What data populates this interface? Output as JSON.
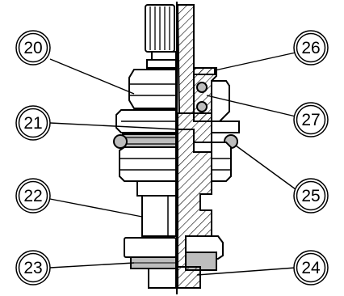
{
  "diagram": {
    "callouts": [
      {
        "id": "c20",
        "label": "20"
      },
      {
        "id": "c21",
        "label": "21"
      },
      {
        "id": "c22",
        "label": "22"
      },
      {
        "id": "c23",
        "label": "23"
      },
      {
        "id": "c24",
        "label": "24"
      },
      {
        "id": "c25",
        "label": "25"
      },
      {
        "id": "c26",
        "label": "26"
      },
      {
        "id": "c27",
        "label": "27"
      }
    ]
  },
  "colors": {
    "line": "#000000",
    "fill": "#ffffff",
    "shade": "#bdbdbd",
    "hatch": "#000000"
  }
}
